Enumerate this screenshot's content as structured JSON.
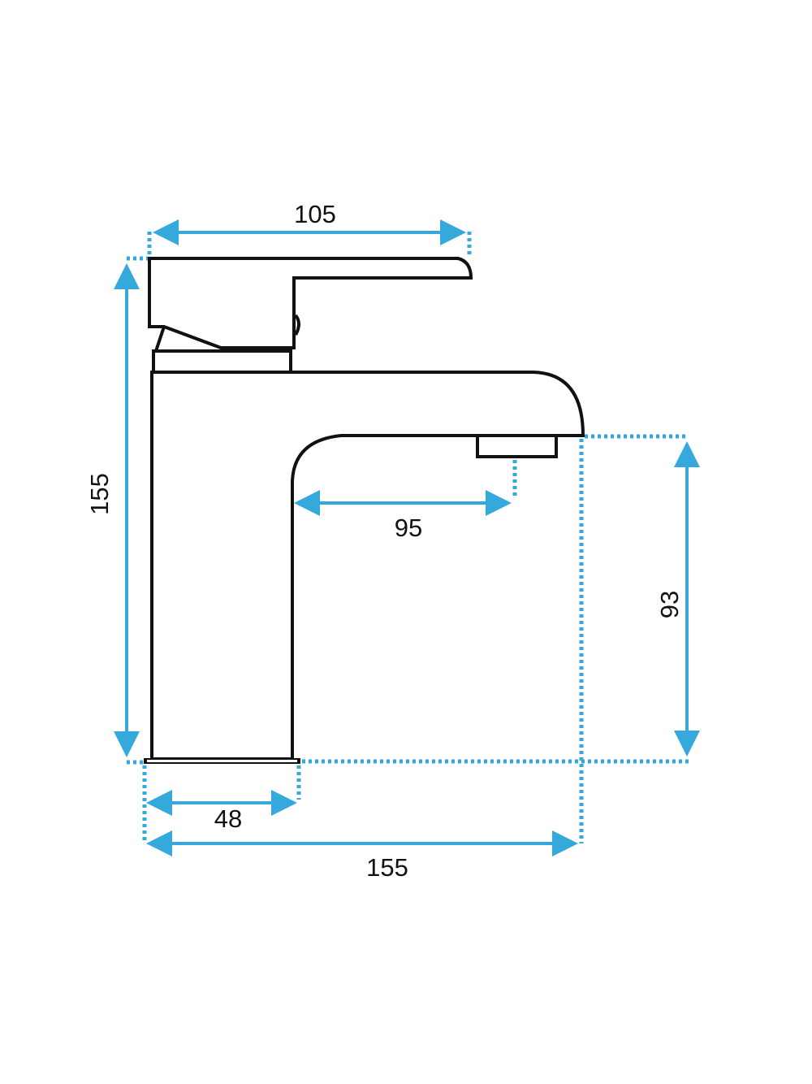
{
  "colors": {
    "dimension": "#35a8dc",
    "outline": "#111111",
    "background": "#ffffff"
  },
  "dimensions": {
    "handle_width": "105",
    "total_height": "155",
    "spout_reach": "95",
    "spout_height": "93",
    "base_width": "48",
    "total_length": "155"
  }
}
